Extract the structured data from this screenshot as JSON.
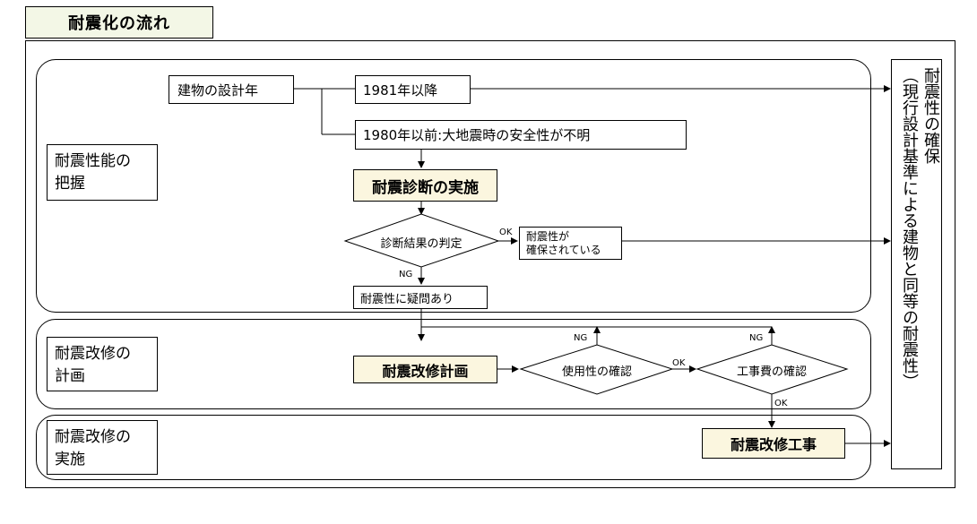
{
  "title": "耐震化の流れ",
  "phases": {
    "assess_label": "耐震性能の\n把握",
    "plan_label": "耐震改修の\n計画",
    "implement_label": "耐震改修の\n実施"
  },
  "nodes": {
    "design_year": "建物の設計年",
    "after_1981": "1981年以降",
    "before_1980": "1980年以前:大地震時の安全性が不明",
    "diagnosis": "耐震診断の実施",
    "judgement": "診断結果の判定",
    "secured": "耐震性が\n確保されている",
    "doubt": "耐震性に疑問あり",
    "plan": "耐震改修計画",
    "usability": "使用性の確認",
    "cost": "工事費の確認",
    "works": "耐震改修工事",
    "result": "耐震性の確保\n（現行設計基準による建物と同等の耐震性）"
  },
  "labels": {
    "ok": "OK",
    "ng": "NG"
  },
  "colors": {
    "highlight": "#fbf6df",
    "title_bg": "#f3f7e6"
  }
}
